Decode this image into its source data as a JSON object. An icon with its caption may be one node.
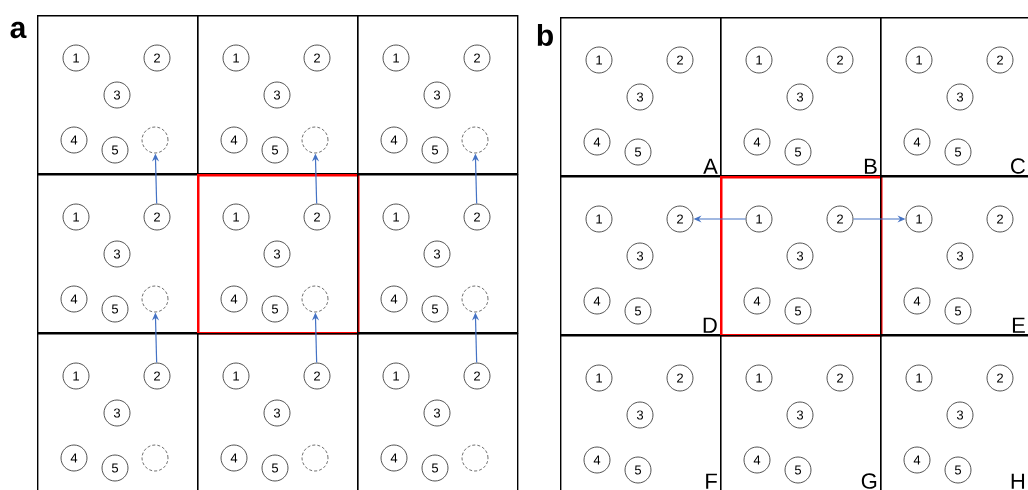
{
  "diagram": {
    "nodes": [
      {
        "text": [],
        "shape": "box"
      },
      {
        "text": [
          "1"
        ],
        "in": 0
      },
      {
        "text": [
          "2"
        ],
        "in": 0
      },
      {
        "text": [
          "3"
        ],
        "in": 0
      },
      {
        "text": [
          "4"
        ],
        "in": 0
      },
      {
        "text": [
          "5"
        ],
        "in": 0
      },
      {
        "text": [],
        "shape": "circle",
        "in": 0
      },
      {
        "text": [],
        "shape": "box"
      },
      {
        "text": [
          "1"
        ],
        "in": 7
      },
      {
        "text": [
          "2"
        ],
        "in": 7
      },
      {
        "text": [
          "3"
        ],
        "in": 7
      },
      {
        "text": [
          "4"
        ],
        "in": 7
      },
      {
        "text": [
          "5"
        ],
        "in": 7
      },
      {
        "text": [],
        "shape": "circle",
        "in": 7
      },
      {
        "text": [],
        "shape": "box"
      },
      {
        "text": [
          "1"
        ],
        "in": 14
      },
      {
        "text": [
          "2"
        ],
        "in": 14
      },
      {
        "text": [
          "3"
        ],
        "in": 14
      },
      {
        "text": [
          "4"
        ],
        "in": 14
      },
      {
        "text": [
          "5"
        ],
        "in": 14
      },
      {
        "text": [],
        "shape": "circle",
        "in": 14
      },
      {
        "text": [],
        "shape": "box"
      },
      {
        "text": [
          "1"
        ],
        "in": 21
      },
      {
        "text": [
          "2"
        ],
        "in": 21
      },
      {
        "text": [
          "3"
        ],
        "in": 21
      },
      {
        "text": [
          "4"
        ],
        "in": 21
      },
      {
        "text": [
          "5"
        ],
        "in": 21
      },
      {
        "text": [],
        "shape": "circle",
        "in": 21
      },
      {
        "text": [],
        "shape": "box"
      },
      {
        "text": [
          "1"
        ],
        "in": 28
      },
      {
        "text": [
          "2"
        ],
        "in": 28
      },
      {
        "text": [
          "3"
        ],
        "in": 28
      },
      {
        "text": [
          "4"
        ],
        "in": 28
      },
      {
        "text": [
          "5"
        ],
        "in": 28
      },
      {
        "text": [],
        "shape": "circle",
        "in": 28
      },
      {
        "text": [],
        "shape": "box"
      },
      {
        "text": [
          "1"
        ],
        "in": 35
      },
      {
        "text": [
          "2"
        ],
        "in": 35
      },
      {
        "text": [
          "3"
        ],
        "in": 35
      },
      {
        "text": [
          "4"
        ],
        "in": 35
      },
      {
        "text": [
          "5"
        ],
        "in": 35
      },
      {
        "text": [],
        "shape": "circle",
        "in": 35
      },
      {
        "text": [],
        "shape": "box"
      },
      {
        "text": [
          "1"
        ],
        "in": 42
      },
      {
        "text": [
          "2"
        ],
        "in": 42
      },
      {
        "text": [
          "3"
        ],
        "in": 42
      },
      {
        "text": [
          "4"
        ],
        "in": 42
      },
      {
        "text": [
          "5"
        ],
        "in": 42
      },
      {
        "text": [],
        "shape": "circle",
        "in": 42
      },
      {
        "text": [],
        "shape": "box"
      },
      {
        "text": [
          "1"
        ],
        "in": 49
      },
      {
        "text": [
          "2"
        ],
        "in": 49
      },
      {
        "text": [
          "3"
        ],
        "in": 49
      },
      {
        "text": [
          "4"
        ],
        "in": 49
      },
      {
        "text": [
          "5"
        ],
        "in": 49
      },
      {
        "text": [],
        "shape": "circle",
        "in": 49
      },
      {
        "text": [],
        "shape": "box"
      },
      {
        "text": [
          "1"
        ],
        "in": 56
      },
      {
        "text": [
          "2"
        ],
        "in": 56
      },
      {
        "text": [
          "3"
        ],
        "in": 56
      },
      {
        "text": [
          "4"
        ],
        "in": 56
      },
      {
        "text": [
          "5"
        ],
        "in": 56
      },
      {
        "text": [],
        "shape": "circle",
        "in": 56
      },
      {
        "text": [],
        "shape": "box"
      },
      {
        "text": [
          "1"
        ],
        "in": 63
      },
      {
        "text": [
          "2"
        ],
        "in": 63
      },
      {
        "text": [
          "3"
        ],
        "in": 63
      },
      {
        "text": [
          "4"
        ],
        "in": 63
      },
      {
        "text": [
          "5"
        ],
        "in": 63
      },
      {
        "text": [],
        "shape": "box"
      },
      {
        "text": [
          "1"
        ],
        "in": 69
      },
      {
        "text": [
          "2"
        ],
        "in": 69
      },
      {
        "text": [
          "3"
        ],
        "in": 69
      },
      {
        "text": [
          "4"
        ],
        "in": 69
      },
      {
        "text": [
          "5"
        ],
        "in": 69
      },
      {
        "text": [],
        "shape": "box"
      },
      {
        "text": [
          "1"
        ],
        "in": 75
      },
      {
        "text": [
          "2"
        ],
        "in": 75
      },
      {
        "text": [
          "3"
        ],
        "in": 75
      },
      {
        "text": [
          "4"
        ],
        "in": 75
      },
      {
        "text": [
          "5"
        ],
        "in": 75
      },
      {
        "text": [],
        "shape": "box"
      },
      {
        "text": [
          "1"
        ],
        "in": 81
      },
      {
        "text": [
          "2"
        ],
        "in": 81
      },
      {
        "text": [
          "3"
        ],
        "in": 81
      },
      {
        "text": [
          "4"
        ],
        "in": 81
      },
      {
        "text": [
          "5"
        ],
        "in": 81
      },
      {
        "text": [],
        "shape": "box"
      },
      {
        "text": [
          "1"
        ],
        "in": 87
      },
      {
        "text": [
          "2"
        ],
        "in": 87
      },
      {
        "text": [
          "3"
        ],
        "in": 87
      },
      {
        "text": [
          "4"
        ],
        "in": 87
      },
      {
        "text": [
          "5"
        ],
        "in": 87
      },
      {
        "text": [],
        "shape": "box"
      },
      {
        "text": [
          "1"
        ],
        "in": 93
      },
      {
        "text": [
          "2"
        ],
        "in": 93
      },
      {
        "text": [
          "3"
        ],
        "in": 93
      },
      {
        "text": [
          "4"
        ],
        "in": 93
      },
      {
        "text": [
          "5"
        ],
        "in": 93
      },
      {
        "text": [],
        "shape": "box"
      },
      {
        "text": [
          "1"
        ],
        "in": 99
      },
      {
        "text": [
          "2"
        ],
        "in": 99
      },
      {
        "text": [
          "3"
        ],
        "in": 99
      },
      {
        "text": [
          "4"
        ],
        "in": 99
      },
      {
        "text": [
          "5"
        ],
        "in": 99
      },
      {
        "text": [],
        "shape": "box"
      },
      {
        "text": [
          "1"
        ],
        "in": 105
      },
      {
        "text": [
          "2"
        ],
        "in": 105
      },
      {
        "text": [
          "3"
        ],
        "in": 105
      },
      {
        "text": [
          "4"
        ],
        "in": 105
      },
      {
        "text": [
          "5"
        ],
        "in": 105
      },
      {
        "text": [],
        "shape": "box"
      },
      {
        "text": [
          "1"
        ],
        "in": 111
      },
      {
        "text": [
          "2"
        ],
        "in": 111
      },
      {
        "text": [
          "3"
        ],
        "in": 111
      },
      {
        "text": [
          "4"
        ],
        "in": 111
      },
      {
        "text": [
          "5"
        ],
        "in": 111
      }
    ],
    "edges": [
      {
        "from": 23,
        "to": 6,
        "arrow": "to"
      },
      {
        "from": 30,
        "to": 13,
        "arrow": "to"
      },
      {
        "from": 37,
        "to": 20,
        "arrow": "to"
      },
      {
        "from": 44,
        "to": 27,
        "arrow": "to"
      },
      {
        "from": 51,
        "to": 34,
        "arrow": "to"
      },
      {
        "from": 58,
        "to": 41,
        "arrow": "to"
      },
      {
        "from": 88,
        "to": 83,
        "arrow": "to"
      },
      {
        "from": 89,
        "to": 94,
        "arrow": "to"
      }
    ],
    "labels": [
      "a",
      "b",
      "A",
      "B",
      "C",
      "D",
      "E",
      "F",
      "G",
      "H"
    ]
  }
}
